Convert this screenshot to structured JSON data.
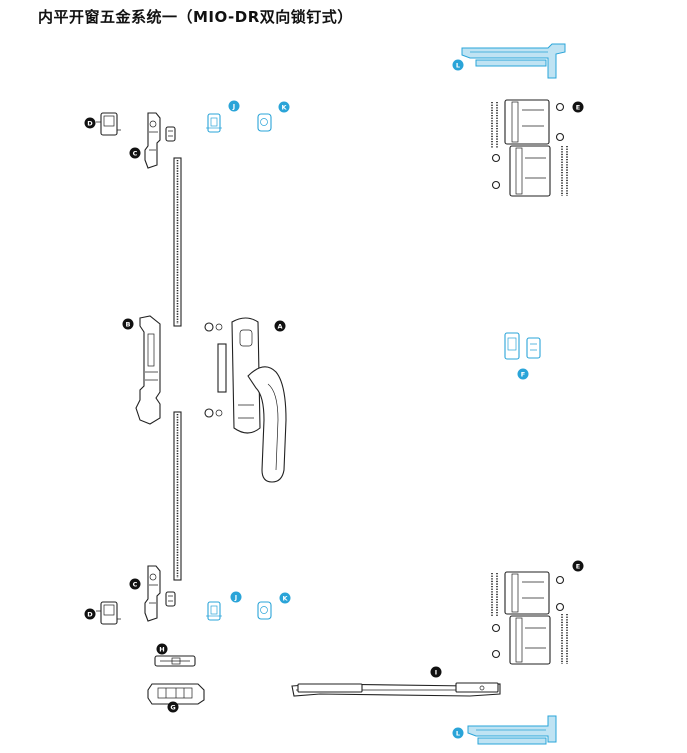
{
  "title": "内平开窗五金系统一（MIO-DR双向锁钉式）",
  "colors": {
    "black_label": "#111111",
    "blue_label": "#2aa4d8",
    "line": "#222222"
  },
  "labels": {
    "A": "A",
    "B": "B",
    "C": "C",
    "D": "D",
    "E": "E",
    "F": "F",
    "G": "G",
    "H": "H",
    "I": "I",
    "J": "J",
    "K": "K",
    "L": "L"
  }
}
